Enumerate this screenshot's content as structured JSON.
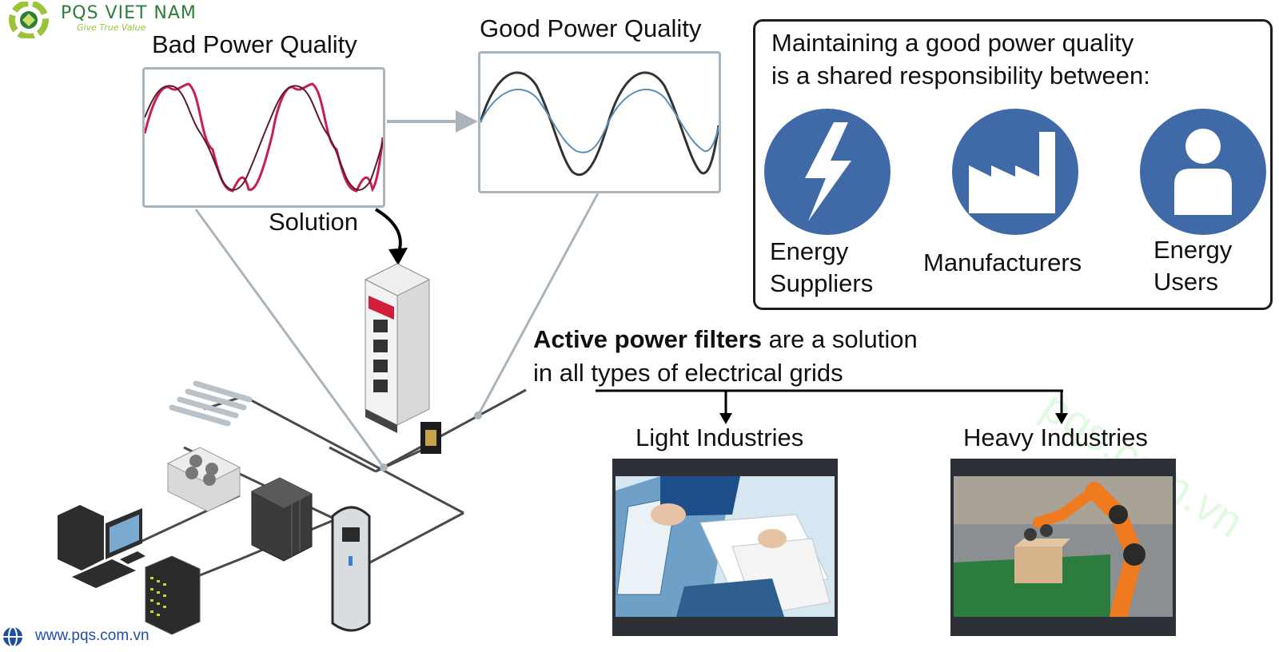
{
  "brand": {
    "name": "PQS VIET NAM",
    "tagline": "Give True Value",
    "url": "www.pqs.com.vn",
    "watermark": "pqs.com.vn",
    "colors": {
      "green_dark": "#2f7d3a",
      "green_light": "#9bc43a",
      "url_blue": "#1e4fa6"
    }
  },
  "waveforms": {
    "bad": {
      "title": "Bad Power Quality",
      "colors": [
        "#c81e50",
        "#5a1a2a"
      ]
    },
    "good": {
      "title": "Good Power Quality",
      "colors": [
        "#333333",
        "#5b8fb3"
      ]
    },
    "solution_label": "Solution"
  },
  "responsibility": {
    "heading_line1": "Maintaining a good power quality",
    "heading_line2": "is a shared responsibility between:",
    "icon_color": "#4069a8",
    "actors": [
      {
        "icon": "lightning-icon",
        "line1": "Energy",
        "line2": "Suppliers"
      },
      {
        "icon": "factory-icon",
        "line1": "Manufacturers",
        "line2": ""
      },
      {
        "icon": "user-icon",
        "line1": "Energy",
        "line2": "Users"
      }
    ]
  },
  "active_filters": {
    "bold": "Active power filters",
    "rest": " are a solution",
    "line2": "in all types of electrical grids"
  },
  "industries": [
    {
      "label": "Light Industries",
      "image": "office-documents-photo"
    },
    {
      "label": "Heavy Industries",
      "image": "industrial-robot-photo"
    }
  ],
  "grid_devices": [
    "fluorescent-tubes",
    "hvac-unit",
    "desktop-computer",
    "server-rack",
    "cabinet",
    "ev-charger",
    "active-filter-cabinet",
    "current-transformer"
  ]
}
